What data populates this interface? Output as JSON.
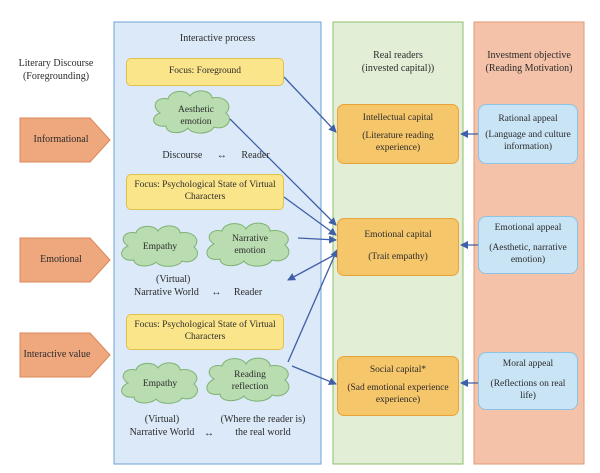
{
  "left_title": [
    "Literary Discourse",
    "(Foregrounding)"
  ],
  "left_arrows": [
    "Informational",
    "Emotional",
    "Interactive value"
  ],
  "interactive": {
    "title": "Interactive process",
    "focus1": "Focus: Foreground",
    "cloud_aesthetic": "Aesthetic emotion",
    "discourse": "Discourse",
    "reader": "Reader",
    "arrow_sym": "↔",
    "focus2": "Focus: Psychological State of Virtual Characters",
    "cloud_empathy": "Empathy",
    "cloud_narrative": "Narrative emotion",
    "virtual": "(Virtual)",
    "narrative_world": "Narrative World",
    "focus3": "Focus: Psychological State of Virtual Characters",
    "cloud_reading": "Reading reflection",
    "where": "(Where the reader is)",
    "real_world": "the real world"
  },
  "real_readers": {
    "title": [
      "Real readers",
      "(invested capital))"
    ],
    "intellectual": [
      "Intellectual capital",
      "(Literature reading experience)"
    ],
    "emotional": [
      "Emotional capital",
      "(Trait empathy)"
    ],
    "social": [
      "Social capital*",
      "(Sad emotional experience experience)"
    ]
  },
  "investment": {
    "title": [
      "Investment objective",
      "(Reading Motivation)"
    ],
    "rational": [
      "Rational appeal",
      "(Language and culture information)"
    ],
    "emotional": [
      "Emotional appeal",
      "(Aesthetic, narrative emotion)"
    ],
    "moral": [
      "Moral appeal",
      "(Reflections on real life)"
    ]
  },
  "colors": {
    "panel_blue": "#dbe9f8",
    "panel_green": "#e2efd6",
    "panel_salmon": "#f3c2a8",
    "arrow_fill": "#efa87e",
    "cloud_fill": "#b9ddb1",
    "connector": "#3f5fa8"
  }
}
